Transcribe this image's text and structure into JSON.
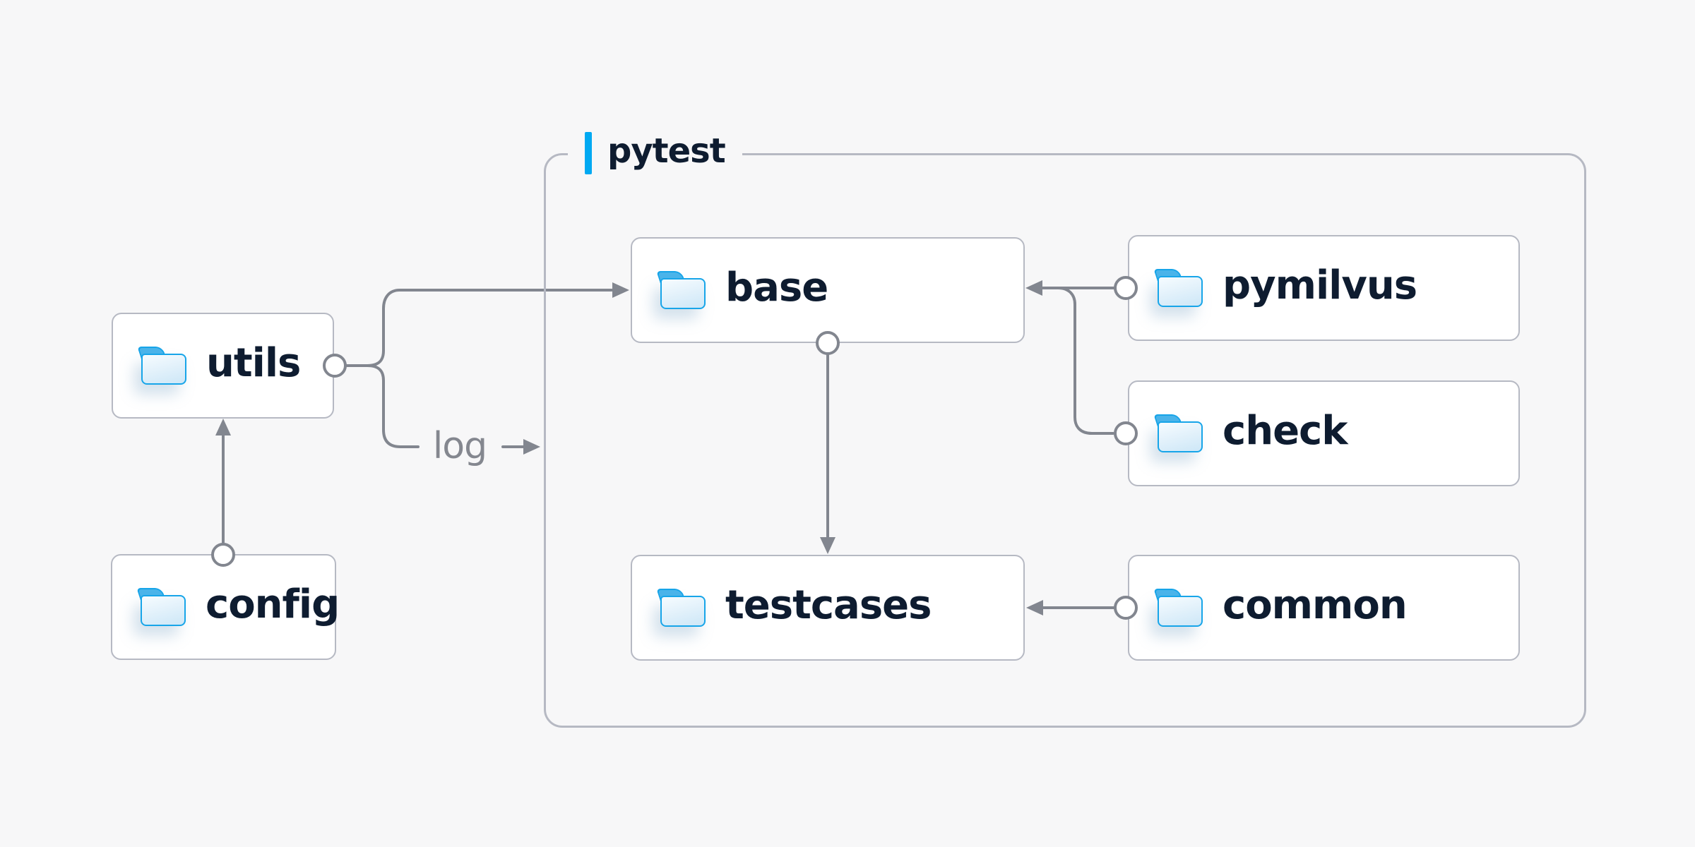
{
  "diagram": {
    "title_group": {
      "label": "pytest"
    },
    "nodes": {
      "utils": {
        "label": "utils"
      },
      "config": {
        "label": "config"
      },
      "base": {
        "label": "base"
      },
      "testcases": {
        "label": "testcases"
      },
      "pymilvus": {
        "label": "pymilvus"
      },
      "check": {
        "label": "check"
      },
      "common": {
        "label": "common"
      }
    },
    "edges": {
      "log_label": "log",
      "list": [
        "config -> utils",
        "utils -> base",
        "utils -> log -> pytest",
        "base -> testcases",
        "pymilvus -> base",
        "check -> base",
        "common -> testcases"
      ]
    },
    "colors": {
      "background": "#f7f7f8",
      "node_fill": "#ffffff",
      "node_border": "#b6b9c3",
      "connector": "#82868f",
      "text_navy": "#0e1c30",
      "edge_label_gray": "#84878f",
      "accent_blue": "#00a9f2",
      "folder_stroke": "#17a5e9",
      "folder_tab": "#4ab4ea",
      "folder_body_light": "#f6fcff",
      "folder_body_dark": "#cde7f7"
    }
  }
}
